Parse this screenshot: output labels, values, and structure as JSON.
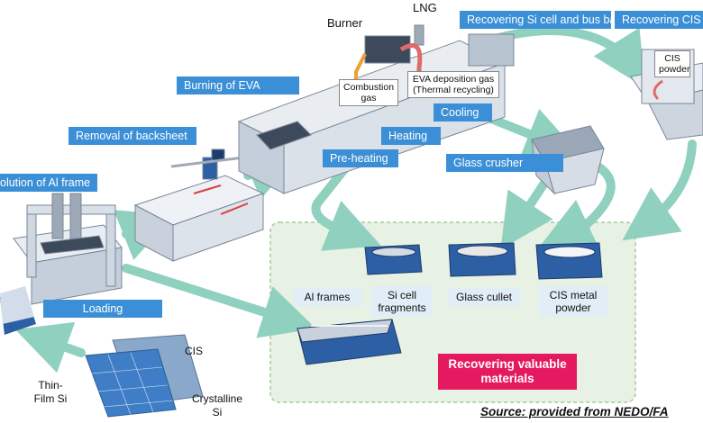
{
  "labels": {
    "burner": "Burner",
    "lng": "LNG",
    "recovering_si": "Recovering Si cell and bus bar",
    "recovering_cis": "Recovering CIS lay",
    "cis_powder": "CIS powder",
    "burning_eva": "Burning of EVA",
    "combustion_gas": "Combustion gas",
    "eva_gas": "EVA deposition gas (Thermal recycling)",
    "cooling": "Cooling",
    "heating": "Heating",
    "pre_heating": "Pre-heating",
    "glass_crusher": "Glass crusher",
    "removal_backsheet": "Removal of backsheet",
    "al_frame": "olution of Al frame",
    "loading": "Loading",
    "cis": "CIS",
    "thin_film": "Thin-Film Si",
    "crystalline": "Crystalline Si"
  },
  "materials": {
    "al_frames": "Al frames",
    "si_fragments": "Si cell fragments",
    "glass_cullet": "Glass cullet",
    "cis_metal": "CIS metal powder"
  },
  "recovering_box": "Recovering valuable materials",
  "source": "Source: provided from NEDO/FA",
  "colors": {
    "label_blue": "#3b8fd6",
    "arrow_green": "#8fd1be",
    "recovery_zone": "#e7f1e4",
    "highlight_pink": "#e5195f"
  }
}
